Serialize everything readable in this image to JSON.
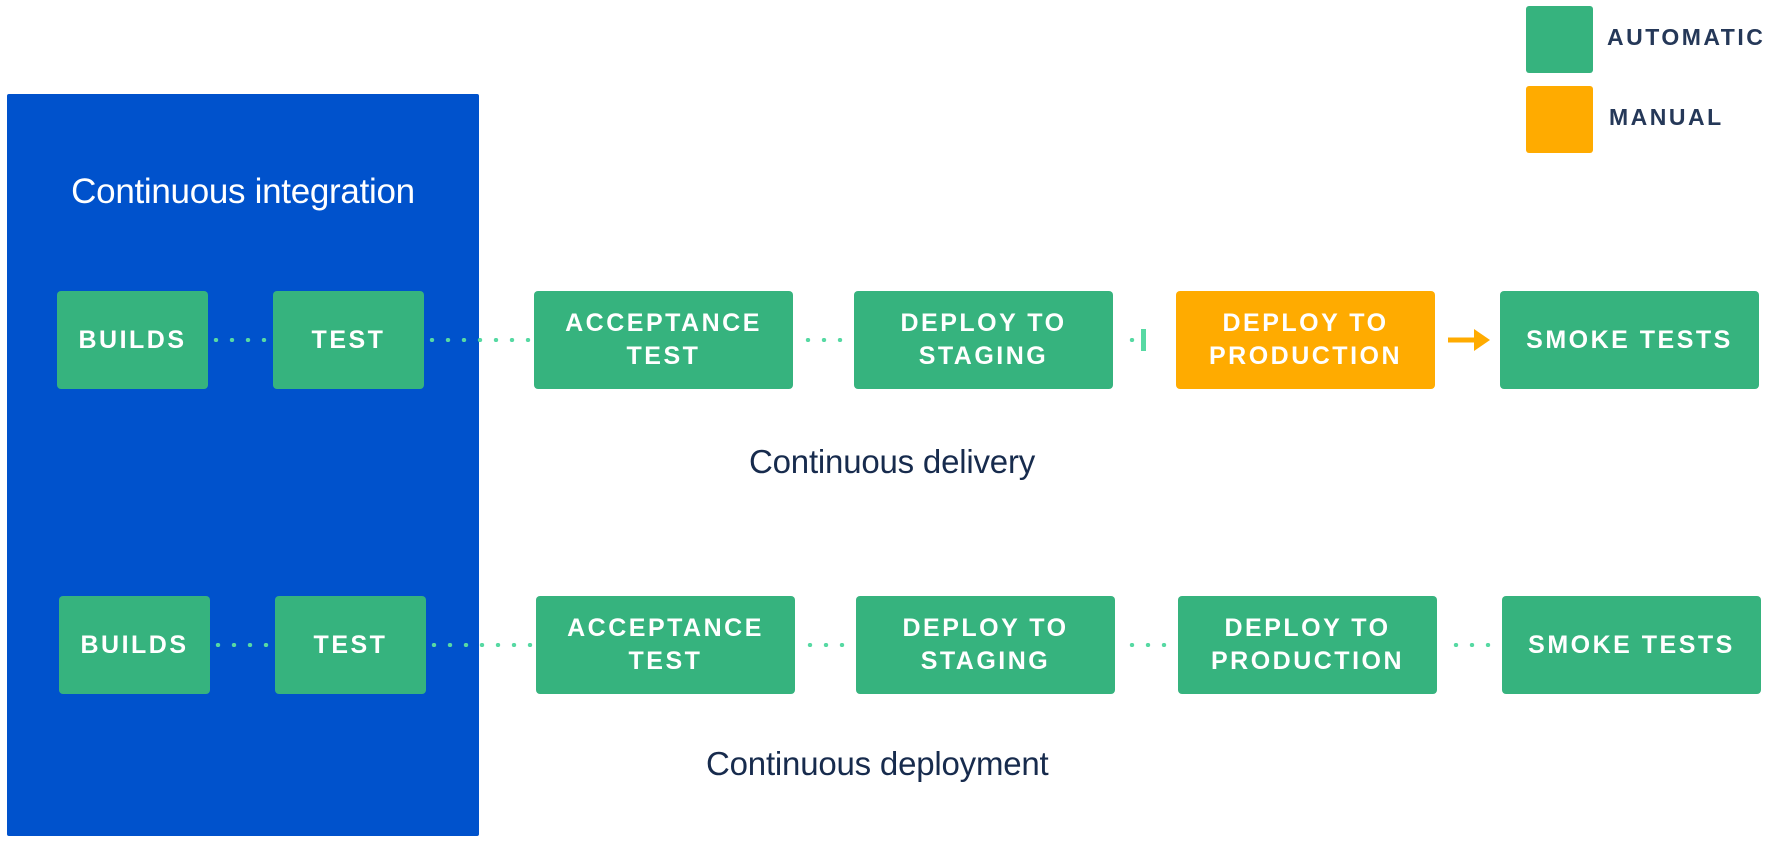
{
  "legend": {
    "automatic": {
      "label": "AUTOMATIC",
      "color": "#36B37E"
    },
    "manual": {
      "label": "MANUAL",
      "color": "#FFAB00"
    }
  },
  "ci_panel": {
    "title": "Continuous integration",
    "color": "#0052CC"
  },
  "delivery": {
    "label": "Continuous delivery",
    "stages": [
      {
        "label": "BUILDS",
        "mode": "automatic"
      },
      {
        "label": "TEST",
        "mode": "automatic"
      },
      {
        "label": "ACCEPTANCE\nTEST",
        "mode": "automatic"
      },
      {
        "label": "DEPLOY TO\nSTAGING",
        "mode": "automatic"
      },
      {
        "label": "DEPLOY TO\nPRODUCTION",
        "mode": "manual"
      },
      {
        "label": "SMOKE TESTS",
        "mode": "automatic"
      }
    ]
  },
  "deployment": {
    "label": "Continuous deployment",
    "stages": [
      {
        "label": "BUILDS",
        "mode": "automatic"
      },
      {
        "label": "TEST",
        "mode": "automatic"
      },
      {
        "label": "ACCEPTANCE\nTEST",
        "mode": "automatic"
      },
      {
        "label": "DEPLOY TO\nSTAGING",
        "mode": "automatic"
      },
      {
        "label": "DEPLOY TO\nPRODUCTION",
        "mode": "automatic"
      },
      {
        "label": "SMOKE TESTS",
        "mode": "automatic"
      }
    ]
  }
}
